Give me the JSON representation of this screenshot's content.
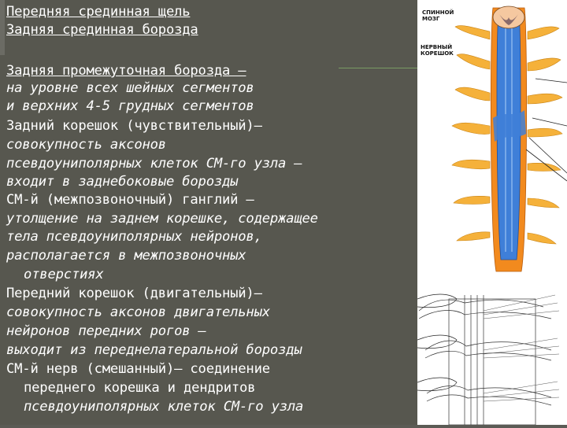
{
  "text_panel": {
    "lines": [
      "Передняя срединная щель",
      "Задняя срединная борозда",
      "Задняя промежуточная борозда –",
      "на уровне всех шейных сегментов",
      "и верхних 4-5 грудных сегментов",
      "Задний корешок (чувствительный)–",
      "совокупность аксонов",
      "псевдоуниполярных клеток СМ-го узла –",
      "входит  в заднебоковые борозды",
      "СМ-й (межпозвоночный) ганглий –",
      "утолщение на заднем корешке, содержащее",
      "тела псевдоуниполярных нейронов,",
      "располагается в межпозвоночных",
      "отверстиях",
      "Передний корешок (двигательный)–",
      "совокупность аксонов двигательных",
      "нейронов передних рогов –",
      "выходит из переднелатеральной борозды",
      "СМ-й нерв (смешанный)– соединение",
      "переднего корешка и дендритов",
      "псевдоуниполярных клеток СМ-го узла"
    ]
  },
  "figure": {
    "label_spinal_cord": "СПИННОЙ\nМОЗГ",
    "label_nerve_root": "НЕРВНЫЙ\nКОРЕШОК",
    "colors": {
      "cord_orange": "#f28a1e",
      "cord_blue": "#3f7fd8",
      "nerve_yellow": "#f5b13a",
      "slide_bg": "#57574f"
    }
  }
}
